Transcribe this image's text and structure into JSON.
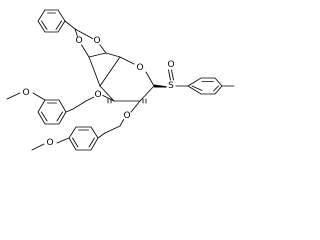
{
  "molecule": {
    "atoms": {
      "ring_oxygen": "O",
      "dioxane_oxygen_left": "O",
      "dioxane_oxygen_right": "O",
      "ether_oxygen_c3": "O",
      "ether_oxygen_c2": "O",
      "methoxy_oxygen_upper": "O",
      "methoxy_oxygen_lower": "O",
      "sulfur": "S",
      "sulfoxide_oxygen": "O"
    }
  }
}
